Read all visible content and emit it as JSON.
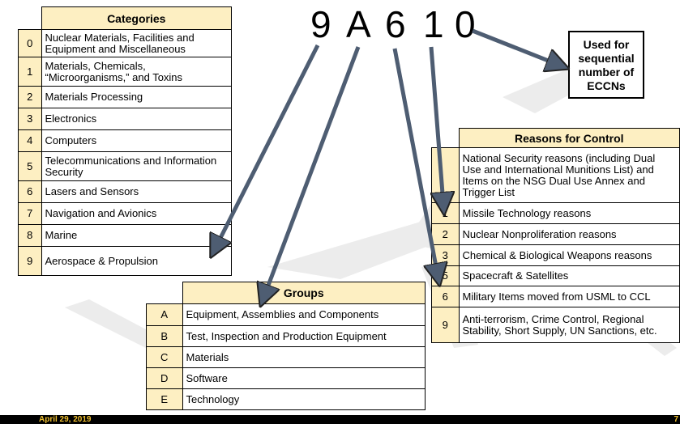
{
  "eccn": {
    "d1": "9",
    "d2": "A",
    "d3": "6",
    "d4": "1",
    "d5": "0"
  },
  "categories": {
    "header": "Categories",
    "rows": [
      {
        "num": "0",
        "label": "Nuclear Materials, Facilities and Equipment and Miscellaneous"
      },
      {
        "num": "1",
        "label": "Materials, Chemicals, “Microorganisms,” and Toxins"
      },
      {
        "num": "2",
        "label": "Materials Processing"
      },
      {
        "num": "3",
        "label": "Electronics"
      },
      {
        "num": "4",
        "label": "Computers"
      },
      {
        "num": "5",
        "label": "Telecommunications and Information Security"
      },
      {
        "num": "6",
        "label": "Lasers and Sensors"
      },
      {
        "num": "7",
        "label": "Navigation and Avionics"
      },
      {
        "num": "8",
        "label": "Marine"
      },
      {
        "num": "9",
        "label": "Aerospace & Propulsion"
      }
    ]
  },
  "groups": {
    "header": "Groups",
    "rows": [
      {
        "letter": "A",
        "label": "Equipment, Assemblies and Components"
      },
      {
        "letter": "B",
        "label": "Test, Inspection and Production Equipment"
      },
      {
        "letter": "C",
        "label": "Materials"
      },
      {
        "letter": "D",
        "label": "Software"
      },
      {
        "letter": "E",
        "label": "Technology"
      }
    ]
  },
  "reasons": {
    "header": "Reasons for Control",
    "rows": [
      {
        "num": "",
        "label": "National Security reasons (including Dual Use and International Munitions List) and Items  on the NSG Dual Use Annex and Trigger List"
      },
      {
        "num": "1",
        "label": "Missile Technology reasons"
      },
      {
        "num": "2",
        "label": "Nuclear Nonproliferation reasons"
      },
      {
        "num": "3",
        "label": "Chemical & Biological Weapons reasons"
      },
      {
        "num": "5",
        "label": "Spacecraft & Satellites"
      },
      {
        "num": "6",
        "label": "Military Items moved from USML to CCL"
      },
      {
        "num": "9",
        "label": "Anti-terrorism, Crime Control, Regional Stability, Short Supply, UN Sanctions, etc."
      }
    ]
  },
  "callout": {
    "line1": "Used for",
    "line2": "sequential",
    "line3": "number of",
    "line4": "ECCNs"
  },
  "footer": {
    "date": "April 29, 2019",
    "page": "7"
  },
  "colors": {
    "header_fill": "#fdefc2",
    "arrow": "#4e5d72",
    "footer_bg": "#000000",
    "footer_text": "#f0c030"
  }
}
